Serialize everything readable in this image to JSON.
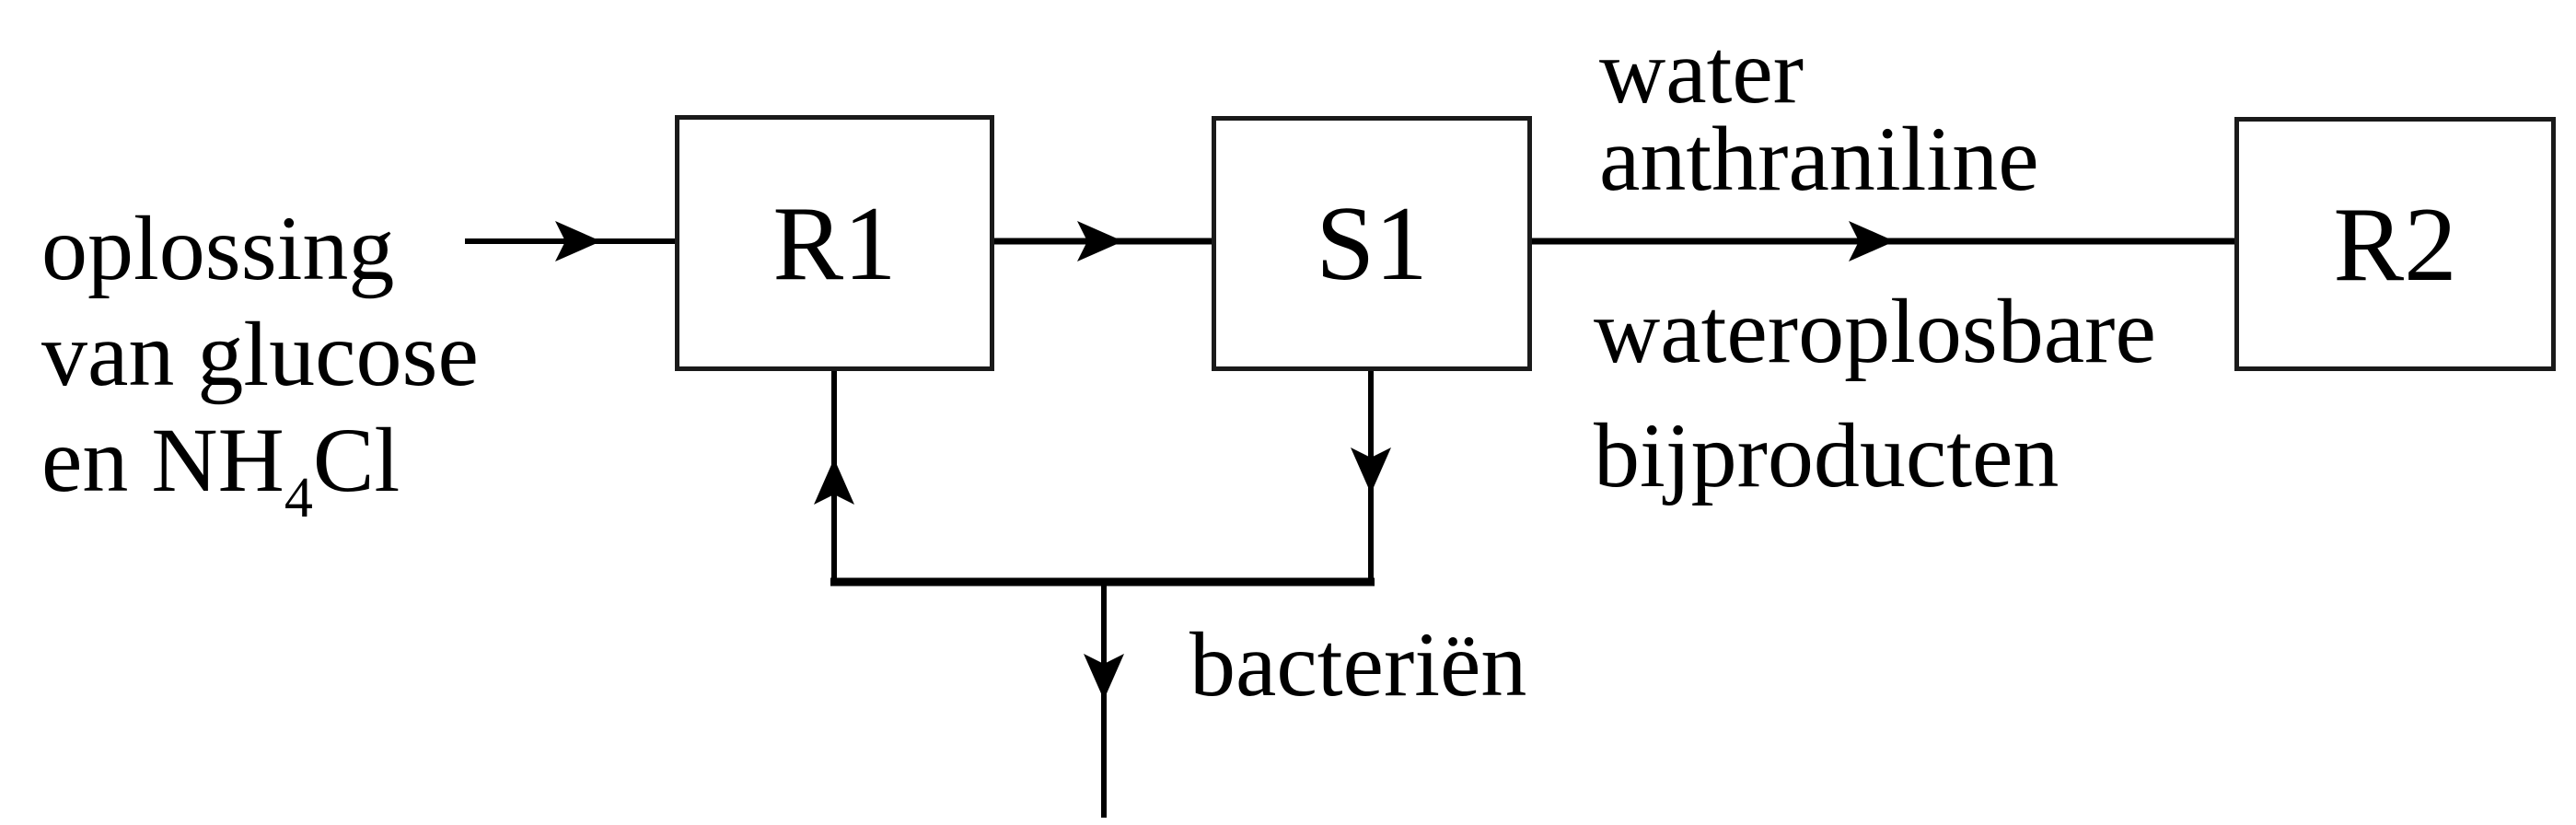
{
  "diagram": {
    "boxes": [
      {
        "label": "R1"
      },
      {
        "label": "S1"
      },
      {
        "label": "R2"
      }
    ],
    "input_stream": {
      "line1": "oplossing",
      "line2": "van glucose",
      "line3_prefix": "en NH",
      "line3_subscript": "4",
      "line3_suffix": "Cl"
    },
    "output_stream_top": {
      "line1": "water",
      "line2": "anthraniline"
    },
    "output_stream_bottom": {
      "line1": "wateroplosbare",
      "line2": "bijproducten"
    },
    "recycle_purge_label": "bacteriën",
    "colors": {
      "line": "#000000",
      "text": "#000000",
      "background": "#ffffff",
      "box_border": "#1a1a1a"
    }
  }
}
